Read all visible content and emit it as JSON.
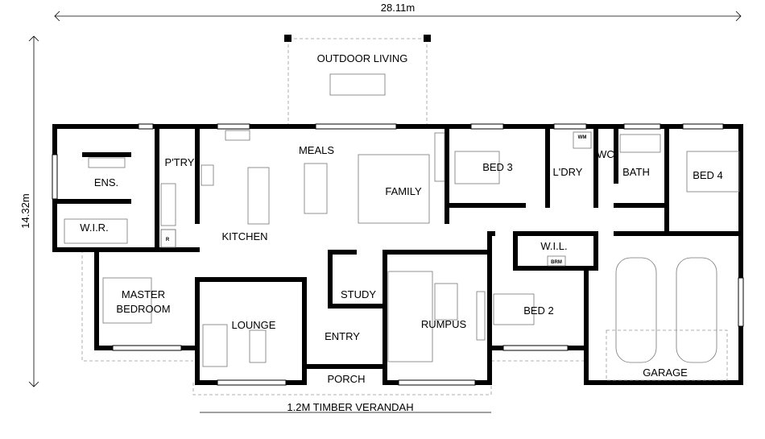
{
  "dimensions": {
    "width": "28.11m",
    "depth": "14.32m"
  },
  "rooms": {
    "outdoor_living": "OUTDOOR LIVING",
    "ensuite": "ENS.",
    "pantry": "P'TRY",
    "meals": "MEALS",
    "family": "FAMILY",
    "kitchen": "KITCHEN",
    "wir": "W.I.R.",
    "bed3": "BED 3",
    "laundry": "L'DRY",
    "wc": "WC",
    "bath": "BATH",
    "bed4": "BED 4",
    "wil": "W.I.L.",
    "master": "MASTER",
    "master2": "BEDROOM",
    "lounge": "LOUNGE",
    "study": "STUDY",
    "entry": "ENTRY",
    "rumpus": "RUMPUS",
    "bed2": "BED 2",
    "garage": "GARAGE",
    "porch": "PORCH",
    "verandah": "1.2M TIMBER VERANDAH"
  },
  "fixtures": {
    "wm": "WM",
    "brm": "BRM",
    "fridge": "R"
  }
}
